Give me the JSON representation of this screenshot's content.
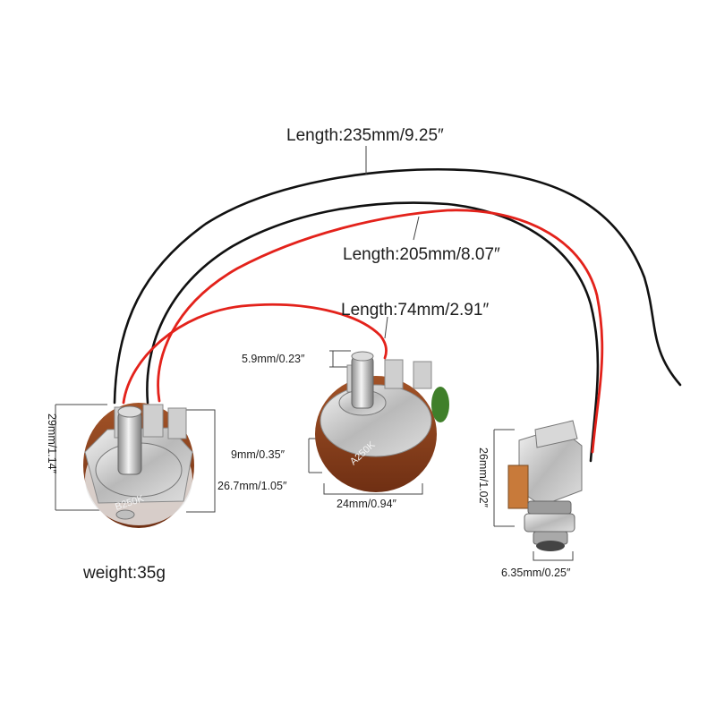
{
  "labels": {
    "length_black": "Length:235mm/9.25″",
    "length_red_long": "Length:205mm/8.07″",
    "length_red_short": "Length:74mm/2.91″",
    "shaft_height": "5.9mm/0.23″",
    "pot1_height": "29mm/1.14″",
    "pot2_body_height": "9mm/0.35″",
    "pot1_width": "26.7mm/1.05″",
    "pot2_width": "24mm/0.94″",
    "jack_height": "26mm/1.02″",
    "jack_diameter": "6.35mm/0.25″",
    "weight": "weight:35g"
  },
  "components": {
    "pot1_marking": "B250K",
    "pot2_marking": "A250K"
  },
  "colors": {
    "wire_black": "#111111",
    "wire_red": "#e3221b",
    "pot_body": "#8a3f1c",
    "metal": "#c9c9c9",
    "capacitor": "#3f7f2a",
    "jack_sleeve": "#c87a3a"
  }
}
